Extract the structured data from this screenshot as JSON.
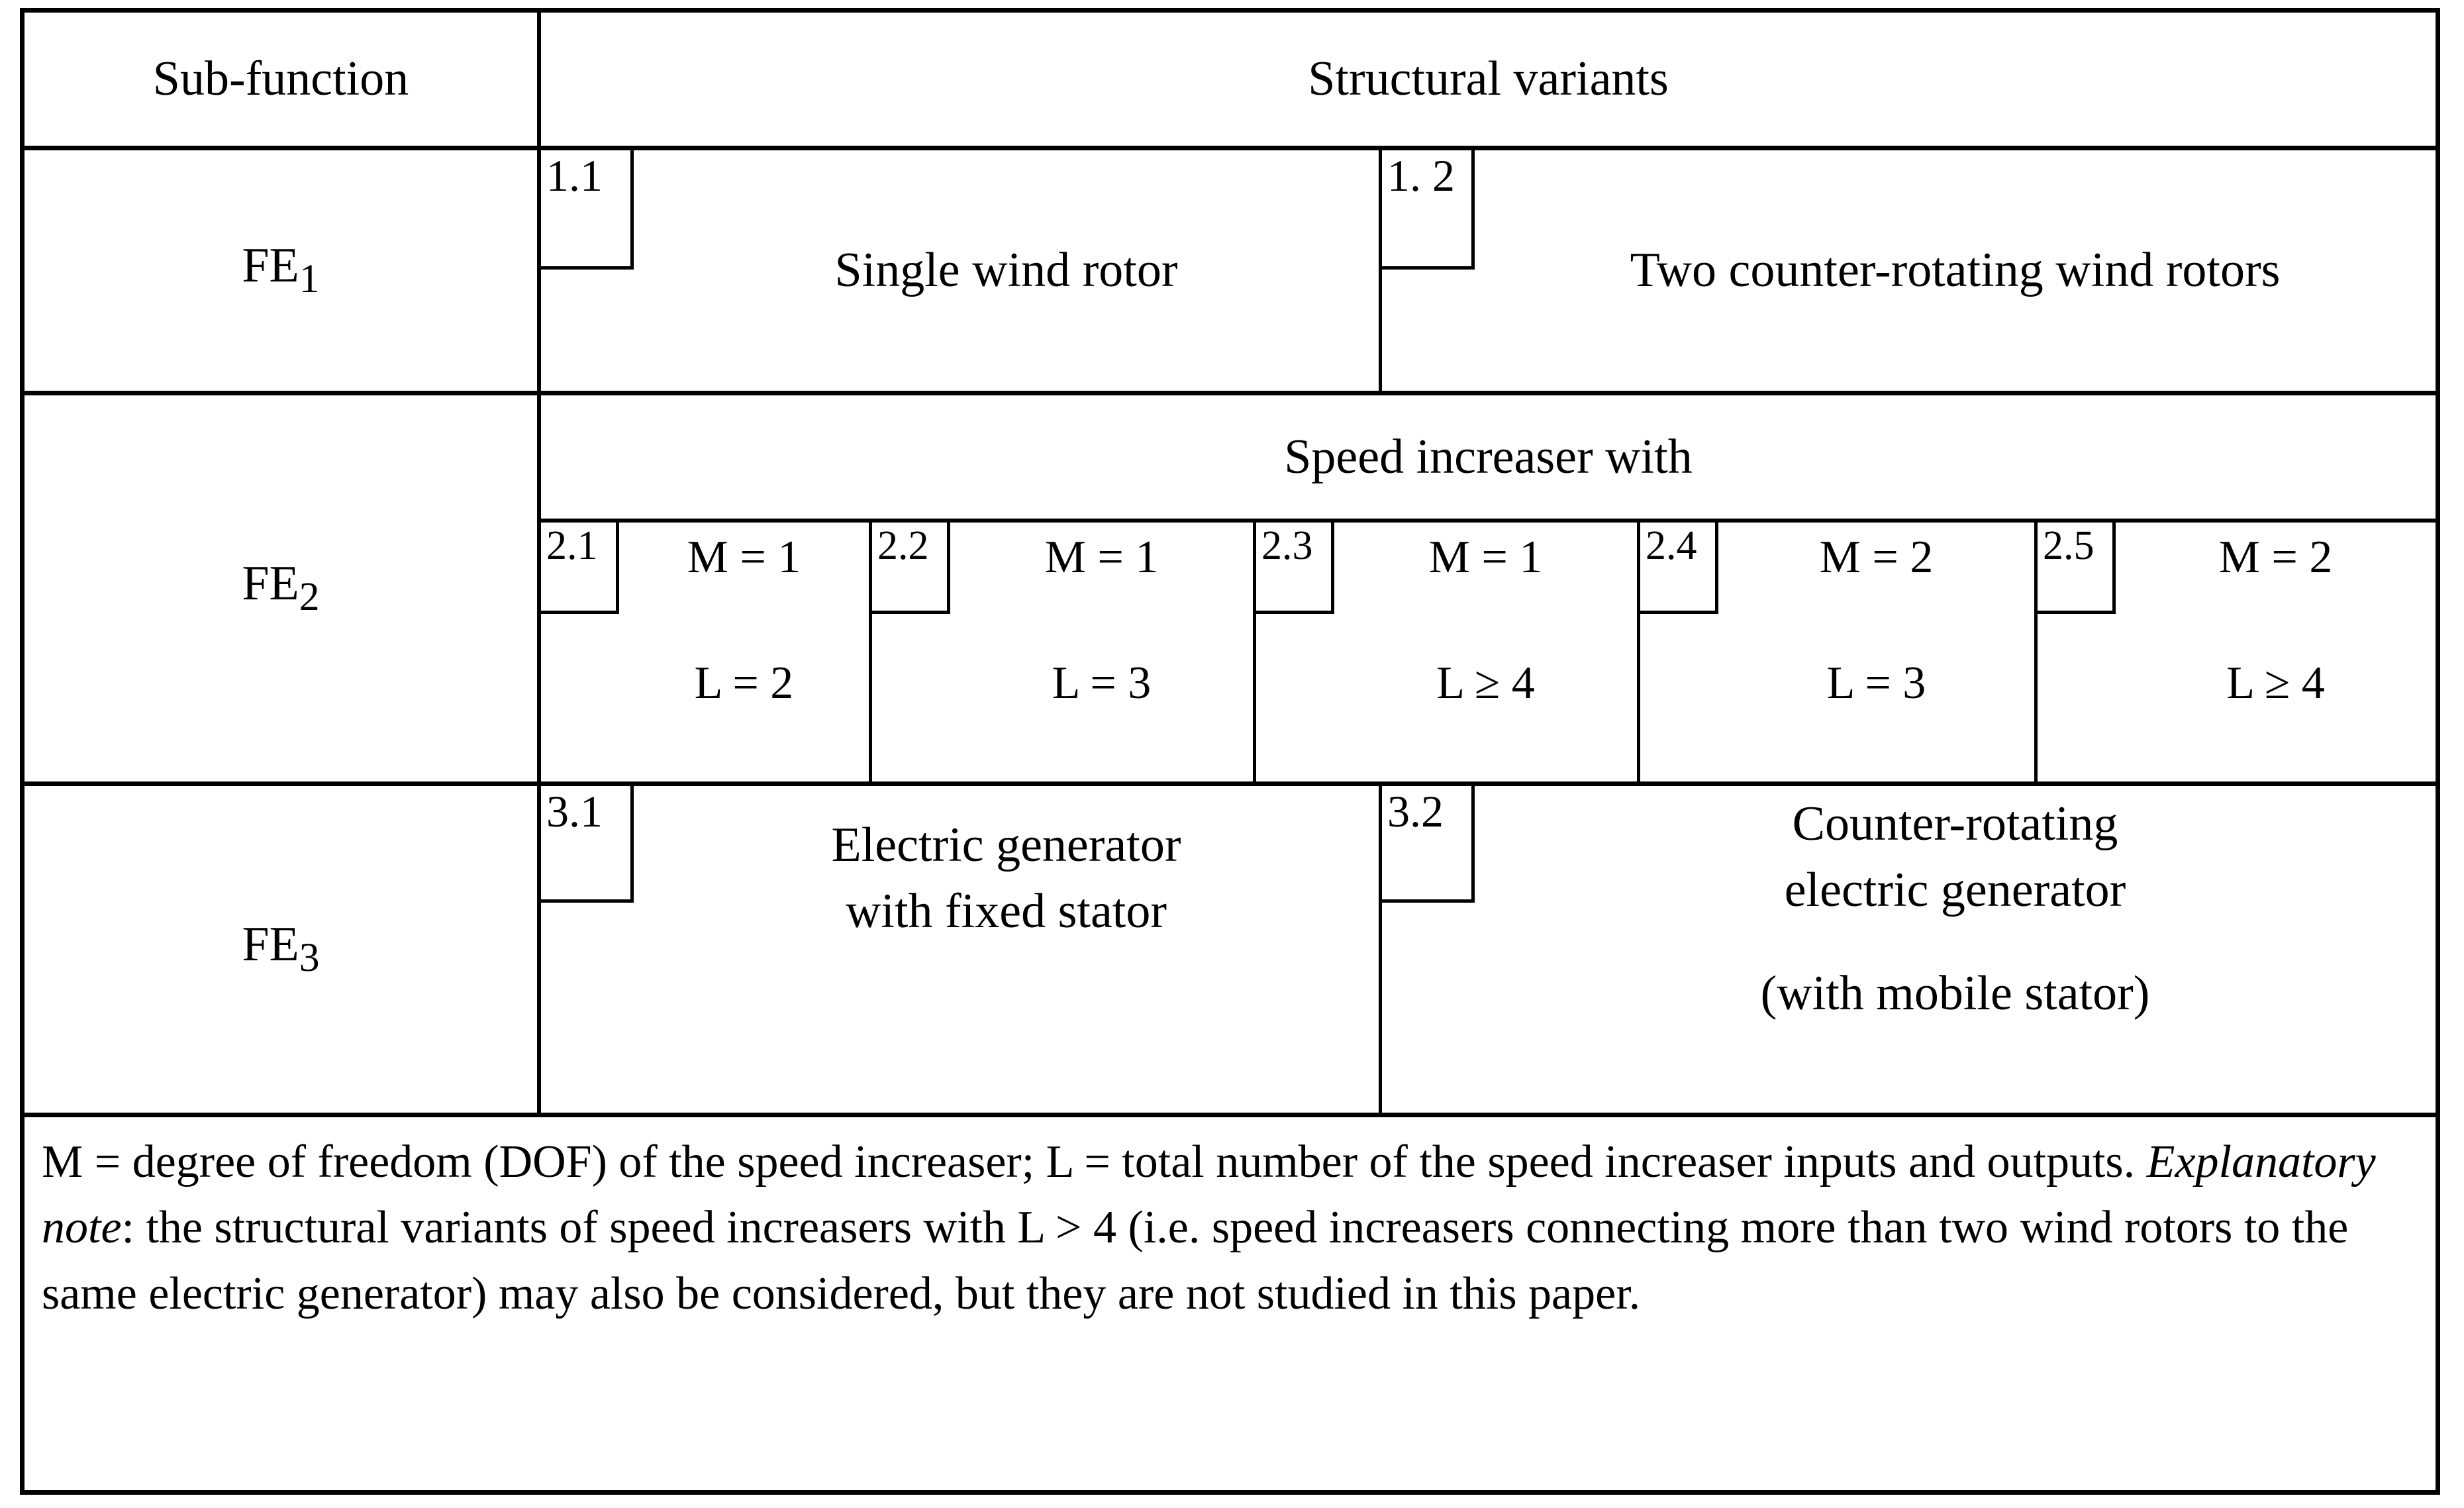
{
  "table": {
    "header": {
      "sub_function_label": "Sub-function",
      "structural_variants_label": "Structural variants"
    },
    "rows": [
      {
        "function_id": "FE",
        "function_sub": "1",
        "group_title": null,
        "variants": [
          {
            "id": "1.1",
            "label": "Single wind rotor"
          },
          {
            "id": "1. 2",
            "label": "Two counter-rotating wind rotors"
          }
        ]
      },
      {
        "function_id": "FE",
        "function_sub": "2",
        "group_title": "Speed increaser with",
        "variants": [
          {
            "id": "2.1",
            "m": "M = 1",
            "l": "L = 2"
          },
          {
            "id": "2.2",
            "m": "M = 1",
            "l": "L = 3"
          },
          {
            "id": "2.3",
            "m": "M = 1",
            "l": "L ≥ 4"
          },
          {
            "id": "2.4",
            "m": "M = 2",
            "l": "L = 3"
          },
          {
            "id": "2.5",
            "m": "M = 2",
            "l": "L ≥ 4"
          }
        ]
      },
      {
        "function_id": "FE",
        "function_sub": "3",
        "group_title": null,
        "variants": [
          {
            "id": "3.1",
            "lines": [
              "Electric generator",
              "with fixed stator"
            ]
          },
          {
            "id": "3.2",
            "lines": [
              "Counter-rotating",
              "electric generator",
              "",
              "(with mobile stator)"
            ]
          }
        ]
      }
    ],
    "footnote": {
      "part1": "M = degree of freedom (DOF) of the speed increaser; L = total number of the speed increaser inputs and outputs. ",
      "emphasis": "Explanatory note",
      "part2": ": the structural variants of speed increasers with L > 4 (i.e. speed increasers connecting more than two wind rotors to the same electric generator) may also be considered, but they are not studied in this paper."
    }
  },
  "colors": {
    "border": "#000000",
    "background": "#ffffff",
    "text": "#000000"
  }
}
